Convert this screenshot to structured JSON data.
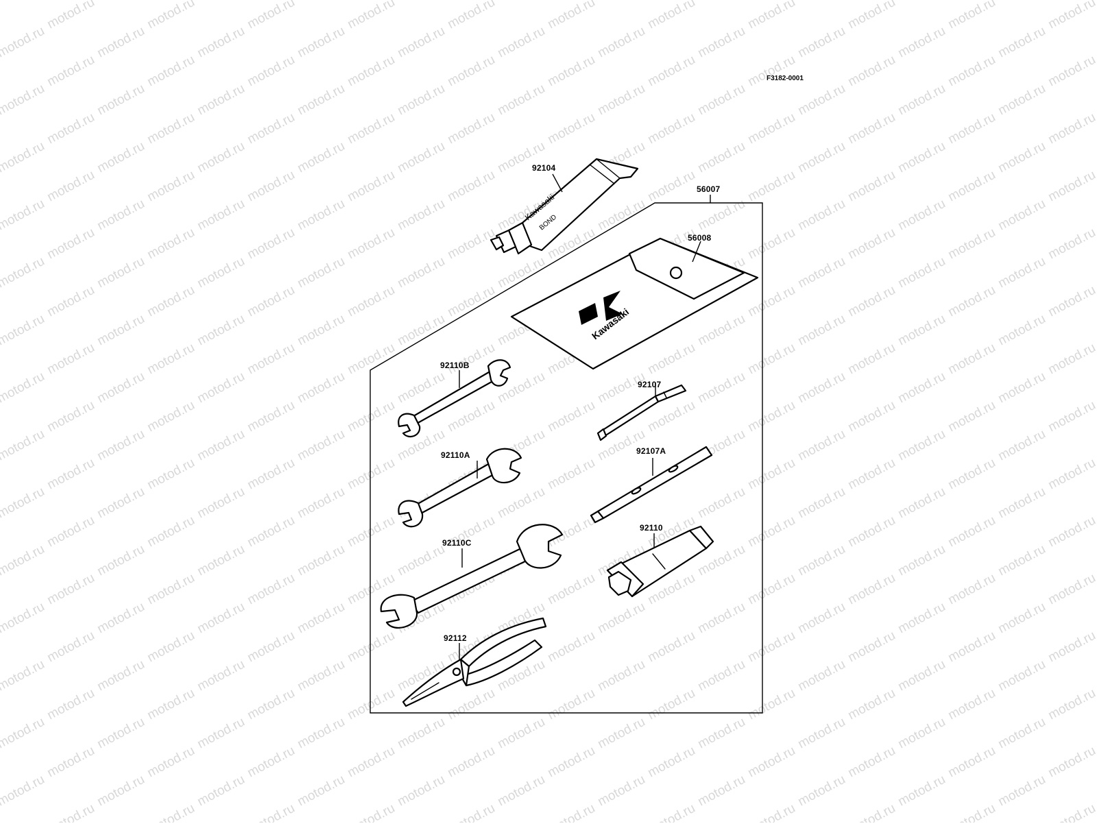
{
  "drawing_code": "F3182-0001",
  "watermark_text": "motod.ru",
  "tube_brand": "Kawasaki",
  "tube_label": "BOND",
  "pouch_brand": "Kawasaki",
  "callouts": {
    "bond": "92104",
    "kit": "56007",
    "pouch": "56008",
    "wrench_b": "92110B",
    "wrench_a": "92110A",
    "wrench_c": "92110C",
    "pliers": "92112",
    "driver_1": "92107",
    "driver_2": "92107A",
    "plug_wrench": "92110"
  },
  "colors": {
    "ink": "#000000",
    "watermark": "#d8d8d8",
    "background": "#ffffff"
  }
}
